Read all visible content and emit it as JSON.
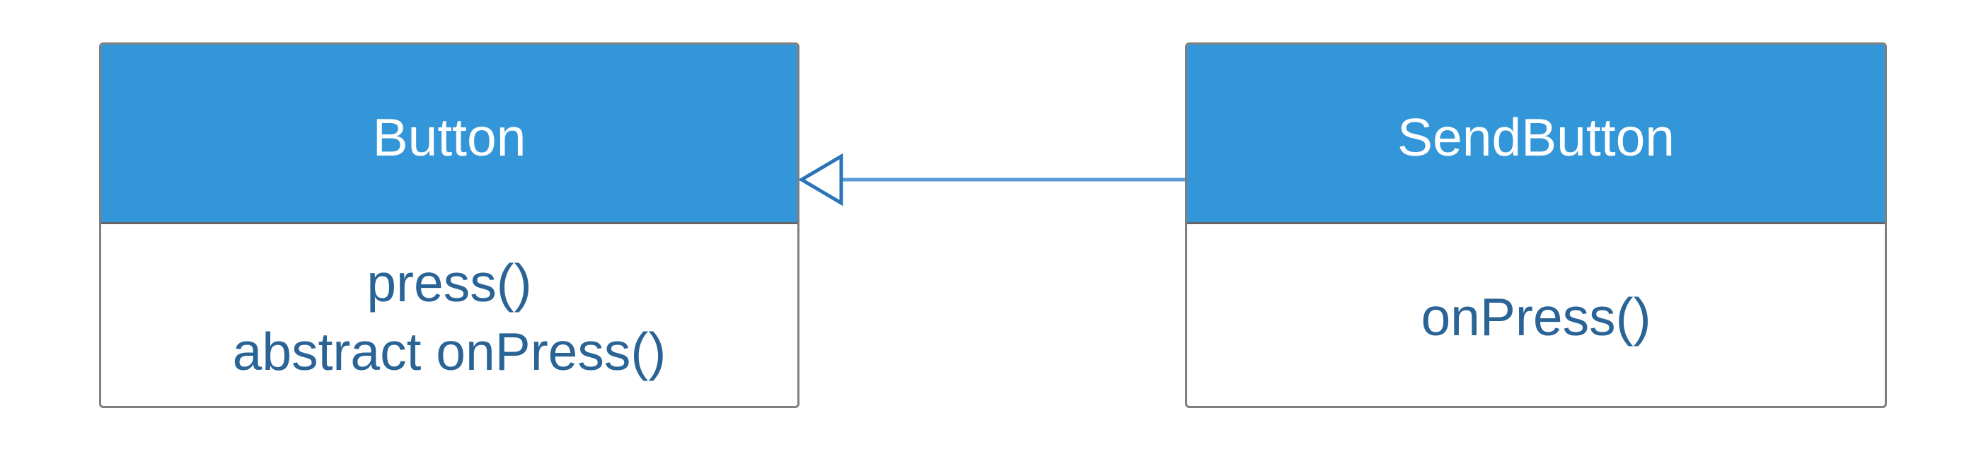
{
  "diagram": {
    "classes": [
      {
        "name": "Button",
        "members": [
          "press()",
          "abstract onPress()"
        ]
      },
      {
        "name": "SendButton",
        "members": [
          "onPress()"
        ]
      }
    ],
    "relationship": {
      "type": "inheritance",
      "from": "SendButton",
      "to": "Button",
      "arrow_style": "hollow-triangle"
    }
  },
  "colors": {
    "class_header_fill": "#3296d9",
    "class_header_text": "#ffffff",
    "member_text": "#2a6496",
    "box_border": "#7f7f7f",
    "header_divider": "#666666",
    "arrow_line": "#5b9bd5",
    "arrow_outline": "#2b74b8",
    "background": "#ffffff"
  }
}
